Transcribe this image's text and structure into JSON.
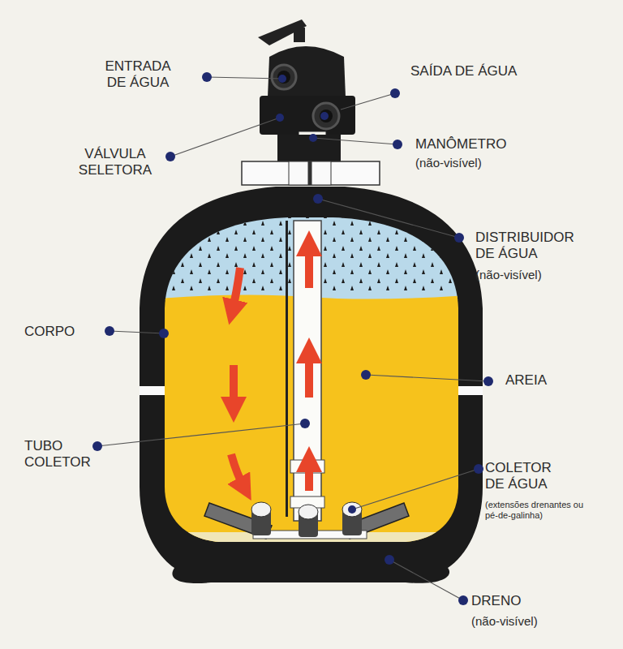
{
  "diagram": {
    "labels": [
      "ENTRADA DE ÁGUA",
      "SAÍDA DE ÁGUA",
      "VÁLVULA SELETORA",
      "MANÔMETRO",
      "(não-visível)",
      "DISTRIBUIDOR DE ÁGUA",
      "(não-visível)",
      "CORPO",
      "AREIA",
      "TUBO COLETOR",
      "COLETOR DE ÁGUA",
      "(extensões drenantes ou pé-de-galinha)",
      "DRENO",
      "(não-visível)"
    ]
  }
}
